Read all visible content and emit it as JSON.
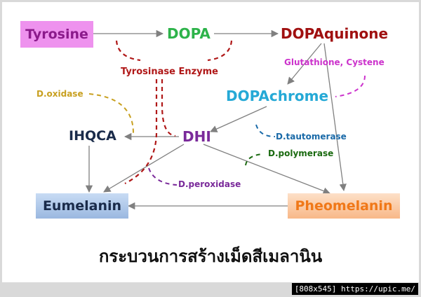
{
  "nodes": {
    "tyrosine": "Tyrosine",
    "dopa": "DOPA",
    "dopaquinone": "DOPAquinone",
    "dopachrome": "DOPAchrome",
    "ihqca": "IHQCA",
    "dhi": "DHI",
    "eumelanin": "Eumelanin",
    "pheomelanin": "Pheomelanin"
  },
  "enzymes": {
    "tyrosinase": "Tyrosinase Enzyme",
    "glutathione": "Glutathione, Cystene",
    "oxidase": "D.oxidase",
    "tautomerase": "D.tautomerase",
    "polymerase": "D.polymerase",
    "peroxidase": "D.peroxidase"
  },
  "caption": "กระบวนการสร้างเม็ดสีเมลานิน",
  "watermark": "[808x545] https://upic.me/",
  "colors": {
    "tyrosine_text": "#8b1a8b",
    "tyrosine_bg": "#ee92ee",
    "dopa": "#2db34a",
    "dopaquinone": "#a01010",
    "dopachrome": "#25a9d6",
    "dark_node": "#1a2b4a",
    "dhi": "#7a2a9a",
    "eumelanin_bg": "#aec6e8",
    "pheomelanin_text": "#f07818",
    "pheomelanin_bg": "#fbc8a0",
    "tyrosinase": "#b01818",
    "glutathione": "#cc33cc",
    "oxidase": "#c8a020",
    "tautomerase": "#1a6aa8",
    "polymerase": "#1a6a10",
    "peroxidase": "#7a2a9a",
    "arrow": "#808080"
  }
}
